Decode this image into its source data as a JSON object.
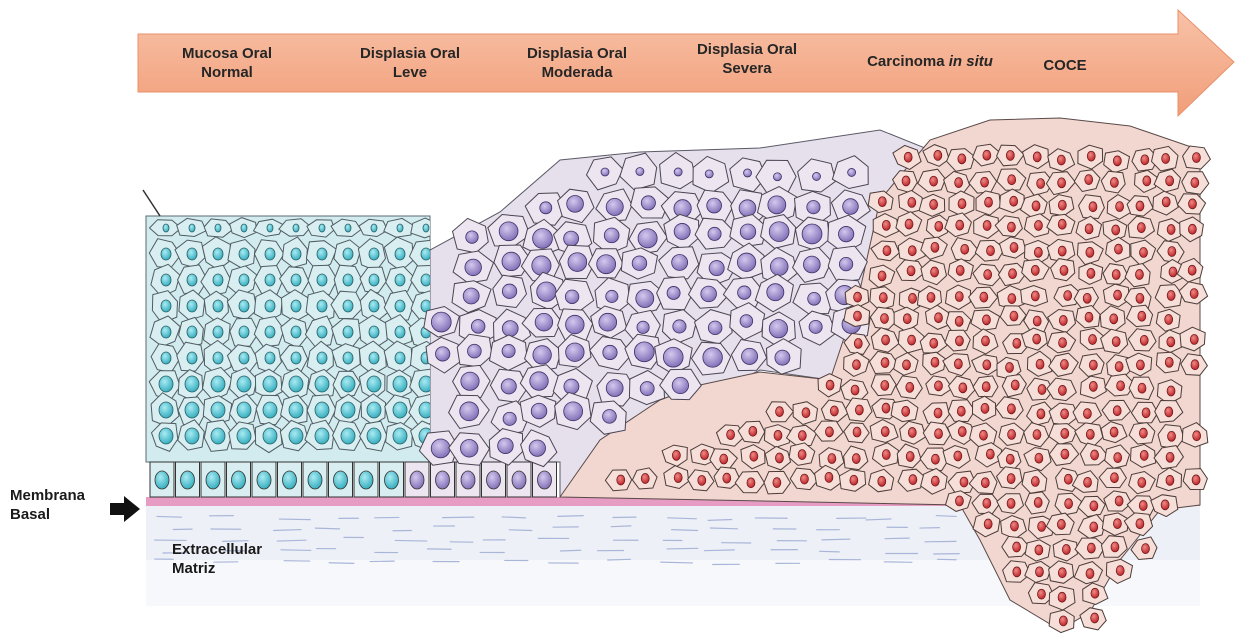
{
  "stages": [
    {
      "line1": "Mucosa Oral",
      "line2": "Normal"
    },
    {
      "line1": "Displasia Oral",
      "line2": "Leve"
    },
    {
      "line1": "Displasia Oral",
      "line2": "Moderada"
    },
    {
      "line1": "Displasia Oral",
      "line2": "Severa"
    },
    {
      "line1": "Carcinoma ",
      "line1_italic": "in situ",
      "line2": ""
    },
    {
      "line1": "COCE",
      "line2": ""
    }
  ],
  "labels": {
    "membrana_line1": "Membrana",
    "membrana_line2": "Basal",
    "matriz_line1": "Extracellular",
    "matriz_line2": "Matriz"
  },
  "colors": {
    "arrow": "#F5AE8E",
    "normal_cell": "#D9EEF0",
    "normal_nucleus": "#45BCCB",
    "dysplasia_cell": "#EDE6F1",
    "dysplasia_nucleus": "#9D8CC8",
    "carcinoma_cell": "#F5DFD8",
    "carcinoma_nucleus": "#C8262B",
    "basement_membrane": "#E79CC4"
  }
}
